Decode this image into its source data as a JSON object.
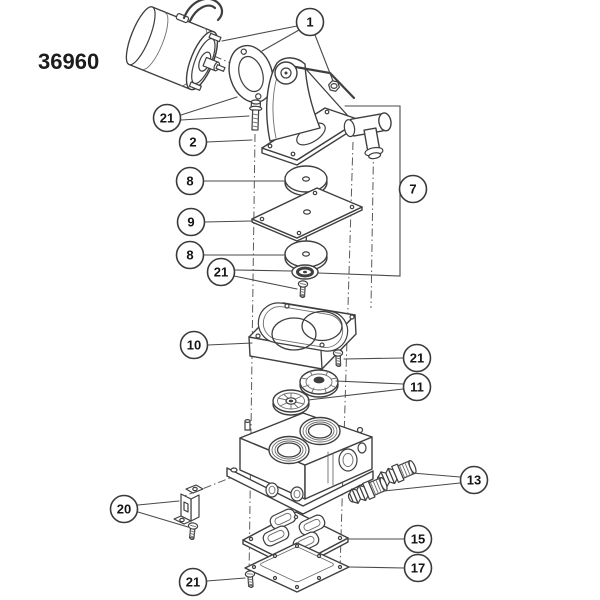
{
  "title": "36960",
  "diagram": {
    "type": "exploded-parts-diagram",
    "line_color": "#3f3f3f",
    "background_color": "#ffffff"
  },
  "callouts": {
    "c1": {
      "label": "1"
    },
    "c21a": {
      "label": "21"
    },
    "c2": {
      "label": "2"
    },
    "c8a": {
      "label": "8"
    },
    "c9": {
      "label": "9"
    },
    "c8b": {
      "label": "8"
    },
    "c21b": {
      "label": "21"
    },
    "c7": {
      "label": "7"
    },
    "c10": {
      "label": "10"
    },
    "c21c": {
      "label": "21"
    },
    "c11": {
      "label": "11"
    },
    "c13": {
      "label": "13"
    },
    "c20": {
      "label": "20"
    },
    "c15": {
      "label": "15"
    },
    "c17": {
      "label": "17"
    },
    "c21d": {
      "label": "21"
    }
  }
}
